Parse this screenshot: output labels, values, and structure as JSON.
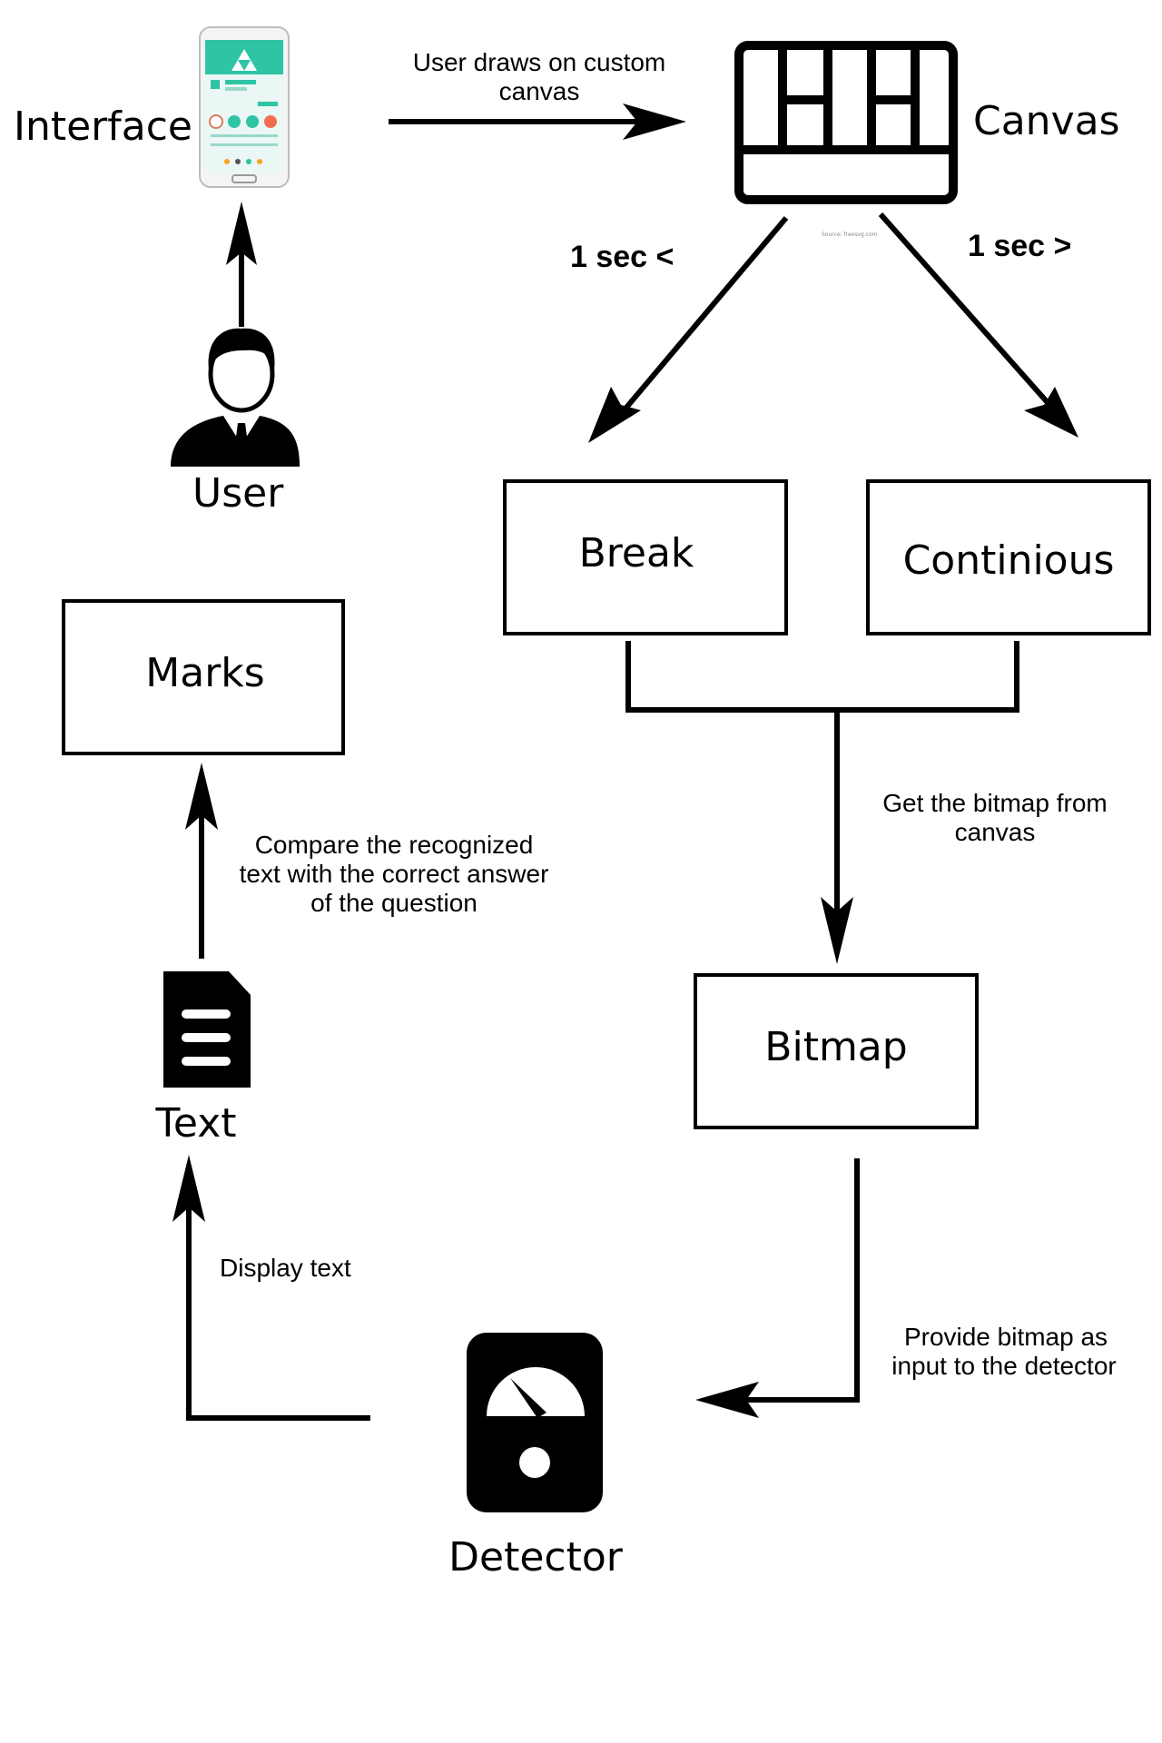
{
  "nodes": {
    "interface": "Interface",
    "canvas": "Canvas",
    "user": "User",
    "break": "Break",
    "continuous": "Continious",
    "marks": "Marks",
    "bitmap": "Bitmap",
    "text": "Text",
    "detector": "Detector"
  },
  "edges": {
    "user_draws_line1": "User draws on custom",
    "user_draws_line2": "canvas",
    "less_than": "1 sec <",
    "greater_than": "1 sec >",
    "get_bitmap_line1": "Get the bitmap from",
    "get_bitmap_line2": "canvas",
    "compare_line1": "Compare the recognized",
    "compare_line2": "text with the correct answer",
    "compare_line3": "of the question",
    "display_text": "Display text",
    "provide_line1": "Provide bitmap as",
    "provide_line2": "input to the detector"
  },
  "icons": {
    "interface": "phone-icon",
    "canvas": "canvas-grid-icon",
    "user": "user-icon",
    "text": "document-icon",
    "detector": "gauge-icon"
  },
  "colors": {
    "ink": "#000000",
    "phone_accent": "#2ec4a4",
    "background": "#ffffff"
  },
  "watermark": "Source: freesvg.com"
}
